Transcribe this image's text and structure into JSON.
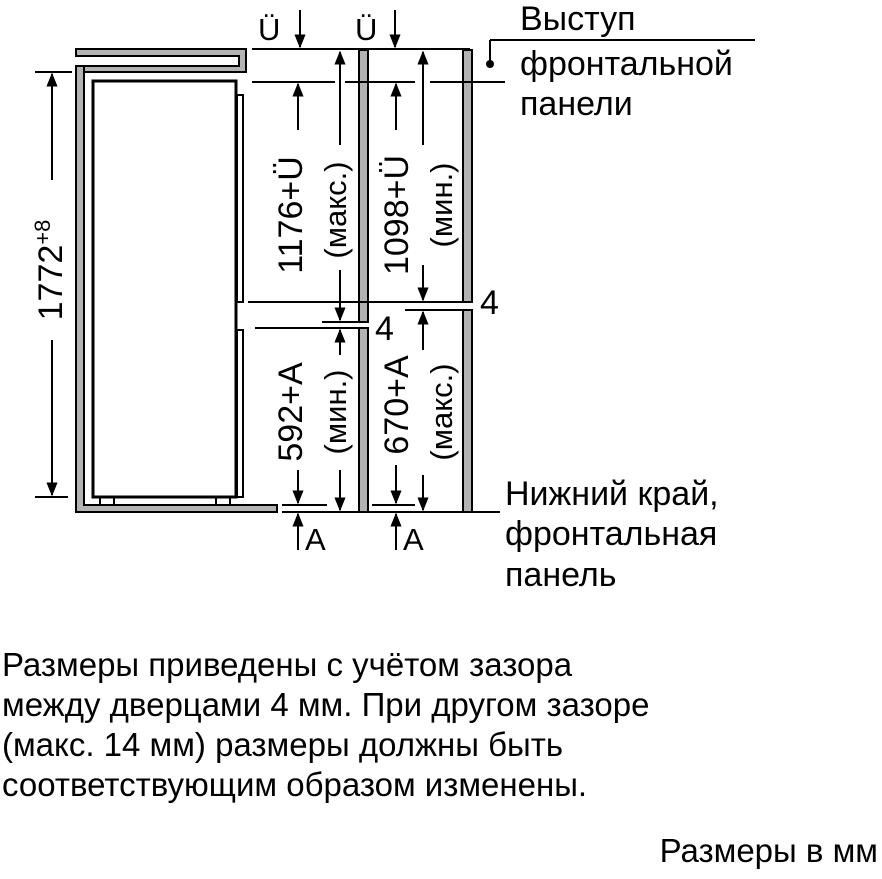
{
  "diagram": {
    "overhang_label": "Ü",
    "total_height": "1772",
    "total_height_tol": "+8",
    "upper": {
      "max_value": "1176+Ü",
      "max_note": "(макс.)",
      "min_value": "1098+Ü",
      "min_note": "(мин.)"
    },
    "lower": {
      "min_value": "592+A",
      "min_note": "(мин.)",
      "max_value": "670+A",
      "max_note": "(макс.)"
    },
    "gap_left": "4",
    "gap_right": "4",
    "bottom_label": "A",
    "callout_top": [
      "Выступ",
      "фронтальной",
      "панели"
    ],
    "callout_bottom": [
      "Нижний край,",
      "фронтальная",
      "панель"
    ]
  },
  "note_lines": [
    "Размеры приведены с учётом зазора",
    "между дверцами 4 мм. При другом зазоре",
    "(макс. 14 мм) размеры должны быть",
    "соответствующим образом изменены."
  ],
  "units_note": "Размеры в мм",
  "colors": {
    "panel_fill": "#b3b3b3",
    "line": "#000000"
  }
}
